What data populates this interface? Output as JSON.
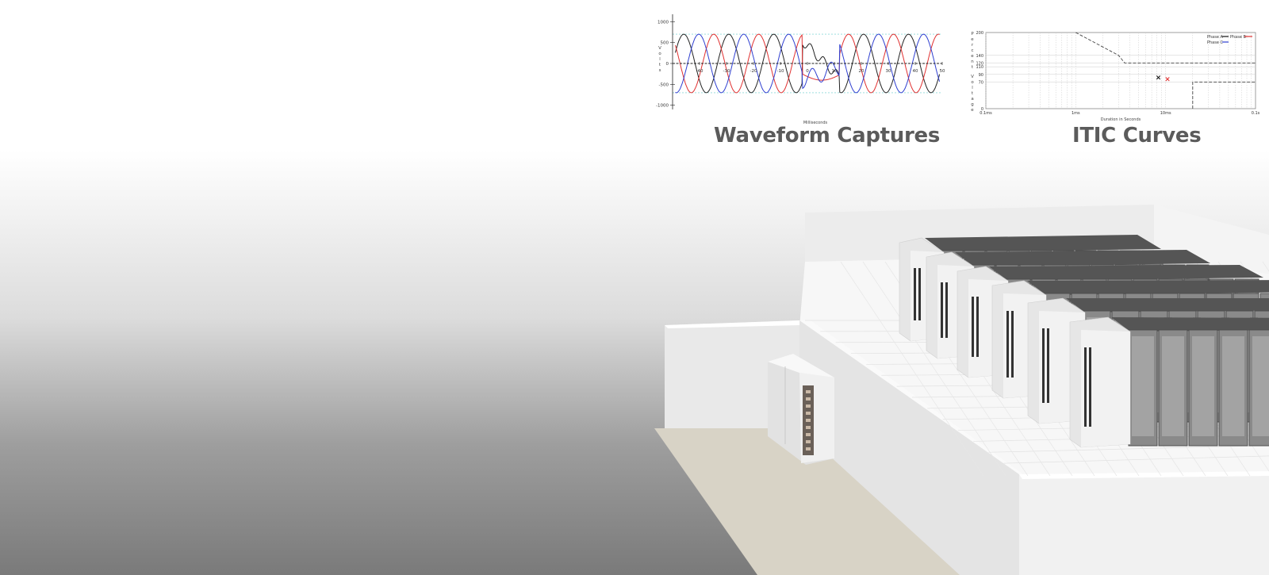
{
  "charts": {
    "waveform": {
      "title": "Waveform Captures",
      "xlabel": "Milliseconds",
      "ylabel": "Volts",
      "yticks": [
        "1000",
        "500",
        "0",
        "-500",
        "-1000"
      ],
      "xticks": [
        "-40",
        "-30",
        "-20",
        "-10",
        "0",
        "10",
        "20",
        "30",
        "40",
        "50"
      ]
    },
    "itic": {
      "title": "ITIC Curves",
      "xlabel": "Duration in Seconds",
      "ylabel": "Percent Voltage",
      "yticks": [
        "200",
        "140",
        "120",
        "110",
        "90",
        "70",
        "0"
      ],
      "xticks": [
        "0.1ms",
        "1ms",
        "10ms",
        "0.1s"
      ],
      "legend": [
        "Phase A",
        "Phase B",
        "Phase C"
      ]
    }
  },
  "chart_data": [
    {
      "type": "line",
      "title": "Waveform Captures",
      "xlabel": "Milliseconds",
      "ylabel": "Volts",
      "xlim": [
        -50,
        50
      ],
      "ylim": [
        -1100,
        1100
      ],
      "grid": false,
      "series_colors": [
        "#222222",
        "#e03030",
        "#2f3fd0"
      ],
      "amplitude": 700,
      "frequency_hz": 60,
      "phase_offsets_deg": [
        0,
        120,
        240
      ],
      "disturbance_window_ms": [
        -2,
        12
      ]
    },
    {
      "type": "scatter",
      "title": "ITIC Curves",
      "xlabel": "Duration in Seconds",
      "ylabel": "Percent Voltage",
      "xscale": "log",
      "xlim": [
        0.0001,
        0.1
      ],
      "ylim": [
        0,
        200
      ],
      "grid": true,
      "legend_position": "top-right",
      "series": [
        {
          "name": "Phase A",
          "color": "#111111",
          "points": [
            {
              "x": 0.0083,
              "y": 82
            }
          ]
        },
        {
          "name": "Phase B",
          "color": "#e03030",
          "points": [
            {
              "x": 0.0105,
              "y": 78
            }
          ]
        },
        {
          "name": "Phase C",
          "color": "#2f3fd0",
          "points": []
        }
      ],
      "upper_curve": [
        [
          0.001,
          200
        ],
        [
          0.003,
          140
        ],
        [
          0.0035,
          120
        ],
        [
          0.1,
          120
        ]
      ],
      "lower_curve": [
        [
          0.02,
          0
        ],
        [
          0.02,
          70
        ],
        [
          0.1,
          70
        ]
      ]
    }
  ],
  "scene": {
    "colors": {
      "wall": "#f2f2f2",
      "wall_shade": "#e3e3e3",
      "floor_tile": "#f6f6f6",
      "ground": "#d8d3c6",
      "cabinet_body": "#e6e6e6",
      "rack_top": "#555555",
      "rack_door": "#8a8a8a"
    }
  }
}
